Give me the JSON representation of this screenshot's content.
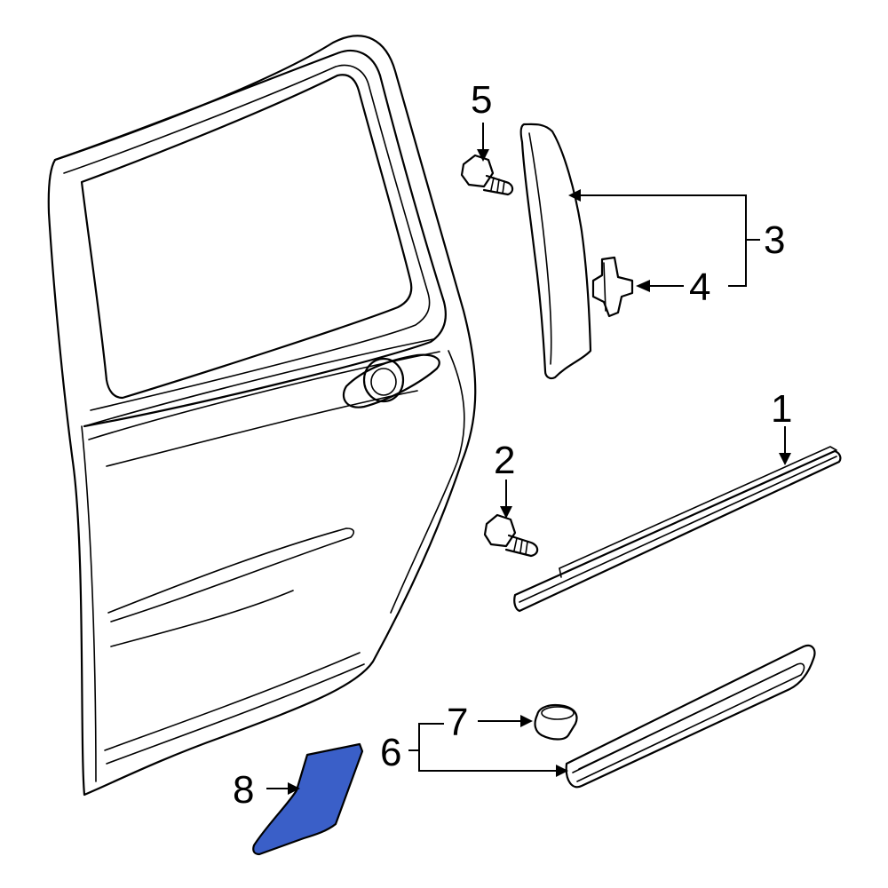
{
  "diagram": {
    "highlight_color": "#3a5fc8",
    "callouts": [
      {
        "id": "1",
        "label": "1"
      },
      {
        "id": "2",
        "label": "2"
      },
      {
        "id": "3",
        "label": "3"
      },
      {
        "id": "4",
        "label": "4"
      },
      {
        "id": "5",
        "label": "5"
      },
      {
        "id": "6",
        "label": "6"
      },
      {
        "id": "7",
        "label": "7"
      },
      {
        "id": "8",
        "label": "8"
      }
    ],
    "highlighted_part": "8"
  }
}
